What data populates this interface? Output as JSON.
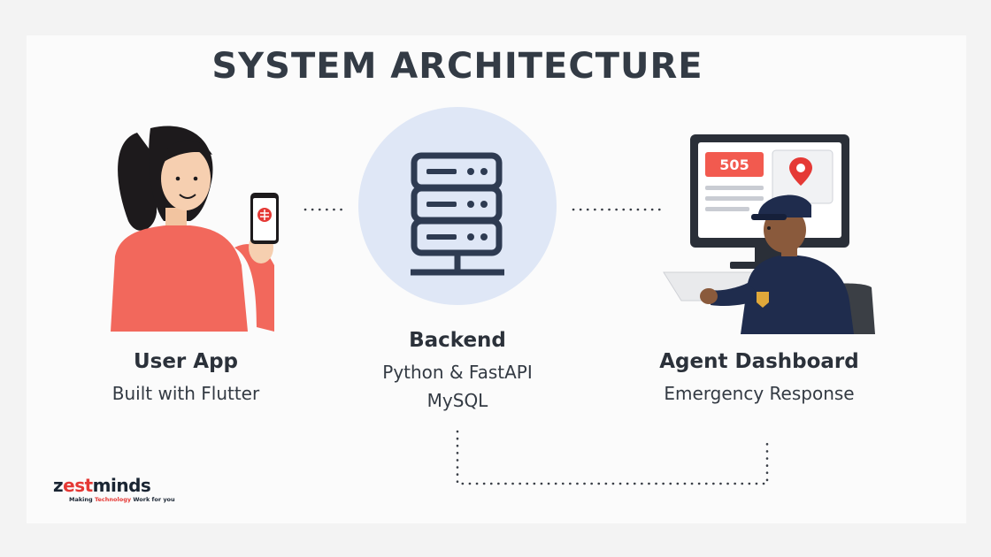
{
  "title": "SYSTEM ARCHITECTURE",
  "nodes": {
    "user_app": {
      "title": "User App",
      "subtitle": "Built with Flutter"
    },
    "backend": {
      "title": "Backend",
      "lines": [
        "Python & FastAPI",
        "MySQL"
      ]
    },
    "agent_dashboard": {
      "title": "Agent Dashboard",
      "subtitle": "Emergency Response"
    }
  },
  "screen_code": "505",
  "logo": {
    "brand_pre": "z",
    "brand_mid": "est",
    "brand_post": "minds",
    "tagline_pre": "Making ",
    "tagline_accent": "Technology",
    "tagline_post": " Work for you"
  },
  "colors": {
    "accent": "#e53935",
    "server_circle": "#dfe7f6",
    "server_stroke": "#2e3b52",
    "shirt": "#f2685c",
    "uniform": "#1f2c4d"
  },
  "icons": [
    "user-illustration",
    "server-icon",
    "agent-illustration",
    "map-pin-icon"
  ]
}
